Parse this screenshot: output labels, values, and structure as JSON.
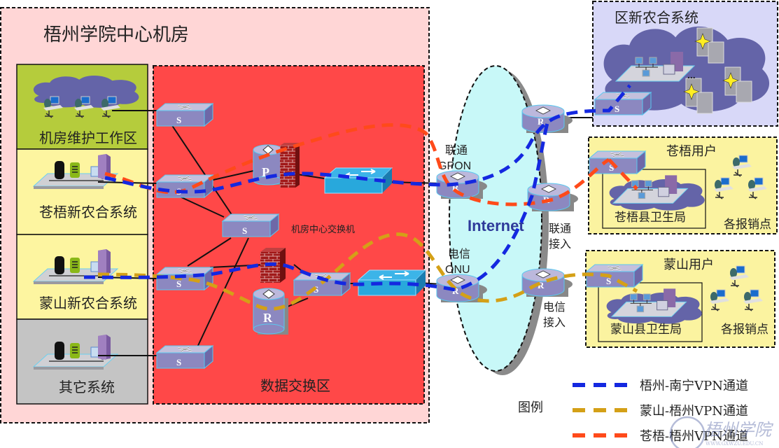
{
  "diagram": {
    "title": "梧州学院中心机房",
    "zones": {
      "maintenance": "机房维护工作区",
      "cangwu_system": "苍梧新农合系统",
      "mengshan_system": "蒙山新农合系统",
      "other_system": "其它系统",
      "data_exchange": "数据交换区",
      "district_system": "区新农合系统",
      "cangwu_users": "苍梧用户",
      "cangwu_health_bureau": "苍梧县卫生局",
      "cangwu_outlets": "各报销点",
      "mengshan_users": "蒙山用户",
      "mengshan_health_bureau": "蒙山县卫生局",
      "mengshan_outlets": "各报销点"
    },
    "labels": {
      "core_switch": "机房中心交换机",
      "internet": "Internet",
      "unicom_gpon_line1": "联通",
      "unicom_gpon_line2": "GPON",
      "telecom_onu_line1": "电信",
      "telecom_onu_line2": "ONU",
      "unicom_access_line1": "联通",
      "unicom_access_line2": "接入",
      "telecom_access_line1": "电信",
      "telecom_access_line2": "接入",
      "ellipsis": "..."
    },
    "device_letters": {
      "switch": "S",
      "router": "R",
      "proxy": "P"
    },
    "legend": {
      "title": "图例",
      "items": [
        {
          "label": "梧州-南宁VPN通道",
          "color": "#1428e0"
        },
        {
          "label": "蒙山-梧州VPN通道",
          "color": "#d4a017"
        },
        {
          "label": "苍梧-梧州VPN通道",
          "color": "#ff4a1a"
        }
      ]
    },
    "watermark": {
      "text": "梧州学院",
      "url_text": "WWW.GXWZU.EDU.CN"
    },
    "colors": {
      "outer_zone": "#ffd6d6",
      "exchange_zone": "#ff4848",
      "maintenance_zone": "#b5cc3c",
      "system_zone": "#fdf5a0",
      "other_zone": "#c4c4c4",
      "district_zone": "#d8d8f8",
      "user_zone": "#fbf3a0",
      "internet_cloud": "#c8f8f8",
      "vpn_nanning": "#1428e0",
      "vpn_mengshan": "#d4a017",
      "vpn_cangwu": "#ff4a1a"
    }
  }
}
